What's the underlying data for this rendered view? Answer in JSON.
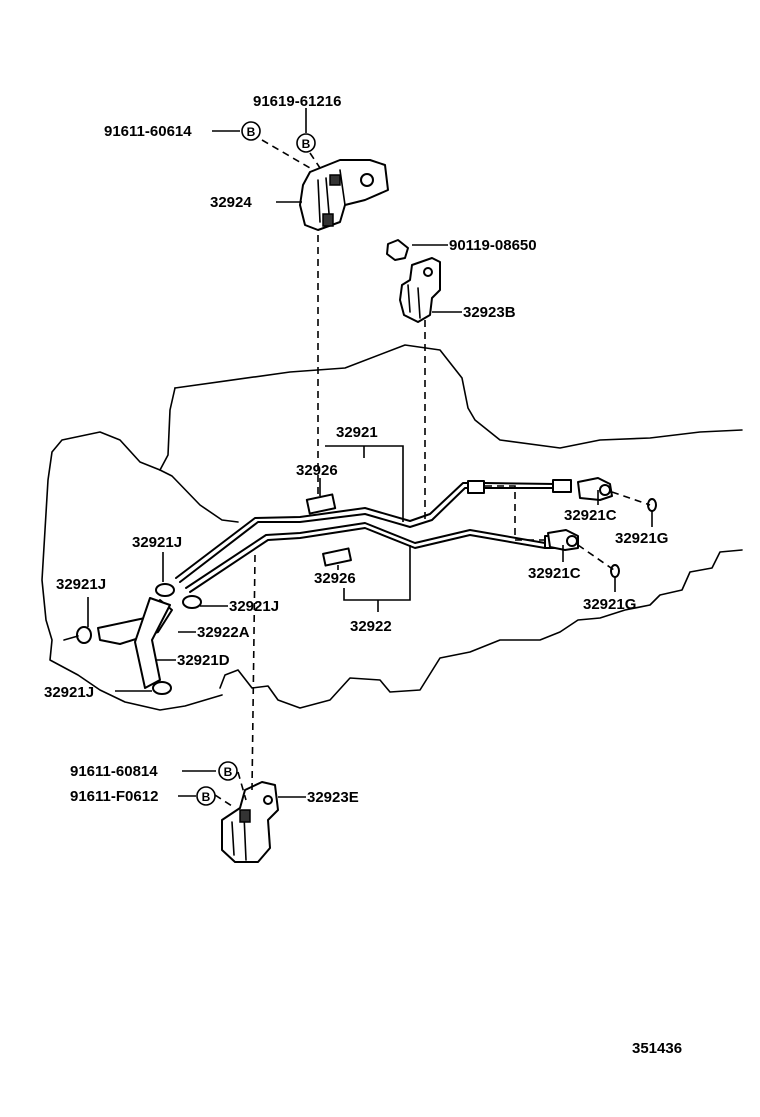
{
  "diagram_id": "351436",
  "callouts": {
    "bolt_91619_61216": "91619-61216",
    "bolt_91611_60614": "91611-60614",
    "bracket_32924": "32924",
    "bolt_90119_08650": "90119-08650",
    "bracket_32923B": "32923B",
    "tube_32921": "32921",
    "sleeve_32926_upper": "32926",
    "clamp_32921J_a": "32921J",
    "clamp_32921J_b": "32921J",
    "clamp_32921J_c": "32921J",
    "clamp_32921J_d": "32921J",
    "hose_32922A": "32922A",
    "hose_32921D": "32921D",
    "sleeve_32926_lower": "32926",
    "tube_32922": "32922",
    "union_32921C_upper": "32921C",
    "gasket_32921G_upper": "32921G",
    "union_32921C_lower": "32921C",
    "gasket_32921G_lower": "32921G",
    "bolt_91611_60814": "91611-60814",
    "bolt_91611_F0612": "91611-F0612",
    "bracket_32923E": "32923E"
  },
  "circle_marks": {
    "b1": "B",
    "b2": "B",
    "b3": "B",
    "b4": "B"
  }
}
